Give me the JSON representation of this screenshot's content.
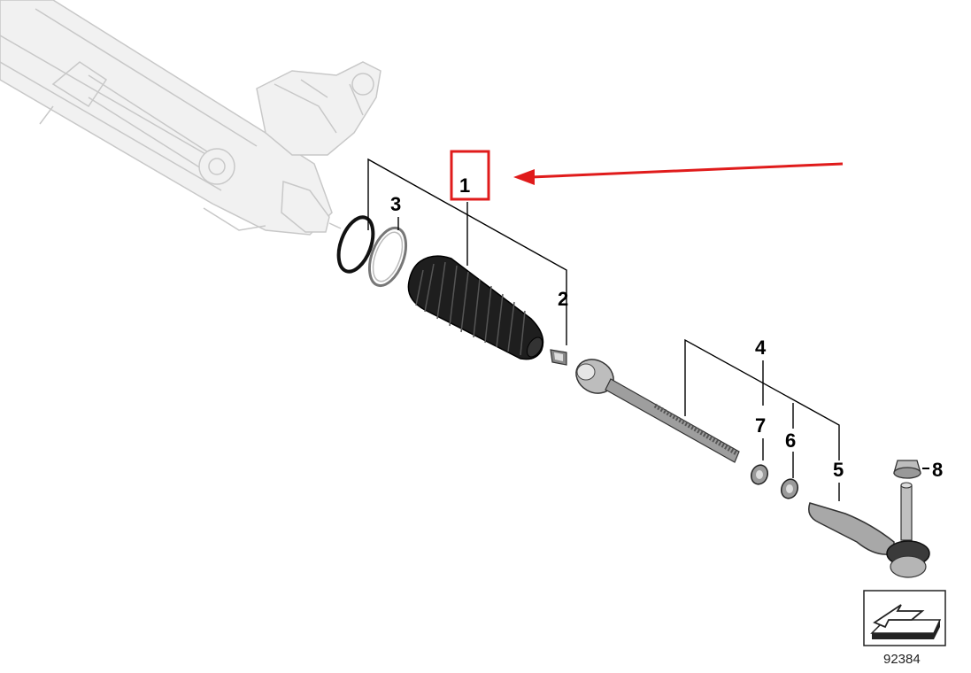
{
  "callouts": {
    "c1": "1",
    "c2": "2",
    "c3": "3",
    "c4": "4",
    "c5": "5",
    "c6": "6",
    "c7": "7",
    "c8": "8"
  },
  "reference_number": "92384",
  "colors": {
    "highlight": "#e01b1b",
    "ghost": "#c8c8c8",
    "boot": "#1e1e1e"
  },
  "icons": [
    "steering-rack-ghost",
    "o-ring",
    "clamp-ring",
    "bellows-boot",
    "clip",
    "inner-tie-rod",
    "lock-nut",
    "tie-rod-end",
    "self-locking-nut",
    "view-orientation-icon",
    "red-arrow-icon"
  ]
}
